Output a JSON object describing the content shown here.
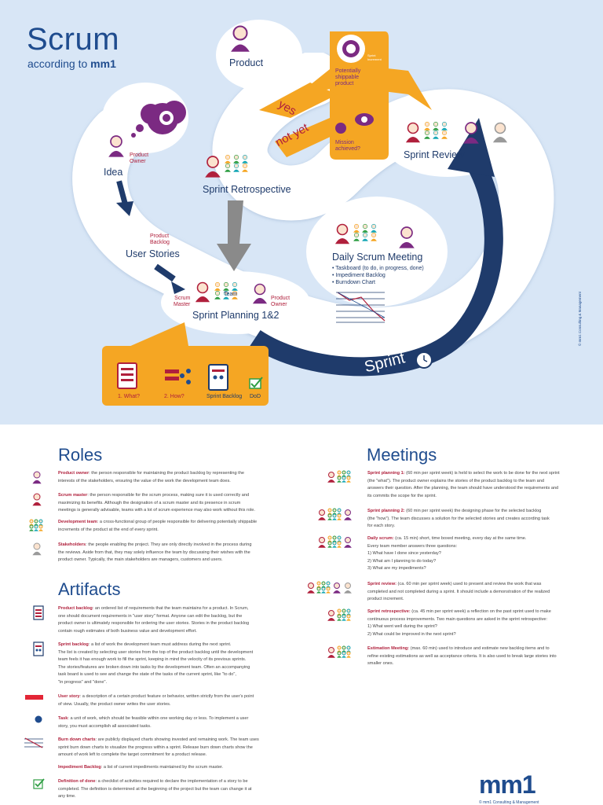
{
  "poster": {
    "title": "Scrum",
    "subtitle_pre": "according to",
    "subtitle_brand": "mm1",
    "nodes": {
      "product": "Product",
      "idea": "Idea",
      "user_stories": "User Stories",
      "sprint_retrospective": "Sprint Retrospective",
      "sprint_planning": "Sprint Planning 1&2",
      "daily_scrum": "Daily Scrum Meeting",
      "sprint_review": "Sprint Review",
      "sprint": "Sprint"
    },
    "small_labels": {
      "product_owner_idea": [
        "Product",
        "Owner"
      ],
      "product_backlog": [
        "Product",
        "Backlog"
      ],
      "scrum_master": [
        "Scrum",
        "Master"
      ],
      "team": "Team",
      "product_owner_planning": [
        "Product",
        "Owner"
      ],
      "potentially_shippable": [
        "Potentially",
        "shippable",
        "product"
      ],
      "sprint_increment": [
        "Sprint",
        "Increment"
      ],
      "mission_achieved": [
        "Mission",
        "achieved?"
      ],
      "yes": "yes",
      "not_yet": "not yet"
    },
    "daily_bullets": [
      "Taskboard (to do, in progress, done)",
      "Impediment Backlog",
      "Burndown Chart"
    ],
    "planning_box": {
      "what": "1. What?",
      "how": "2. How?",
      "sprint_backlog": "Sprint Backlog",
      "dod": "DoD"
    },
    "vertical_credit": "© mm1 Consulting & Management"
  },
  "roles": {
    "heading": "Roles",
    "items": [
      {
        "term": "Product owner",
        "lines": [
          ": the person responsible for maintaining the product backlog by representing the",
          "interests of the stakeholders, ensuring the value of the work the development team does."
        ]
      },
      {
        "term": "Scrum master",
        "lines": [
          ": the person responsible for the scrum process, making sure it is used correctly and",
          "maximizing its benefits. Although the designation of a scrum master and its presence in scrum",
          "meetings is generally advisable, teams with a lot of scrum experience may also work without this role."
        ]
      },
      {
        "term": "Development team",
        "lines": [
          ": a cross-functional group of people responsible for delivering potentially shippable",
          "increments of the product at the end of every sprint."
        ]
      },
      {
        "term": "Stakeholders",
        "lines": [
          ": the people enabling the project. They are only directly involved in the process during",
          "the reviews. Aside from that, they may solely influence the team by discussing their wishes with the",
          "product owner. Typically, the main stakeholders are managers, customers and users."
        ]
      }
    ]
  },
  "artifacts": {
    "heading": "Artifacts",
    "items": [
      {
        "term": "Product backlog",
        "lines": [
          ": an ordered list of requirements that the team maintains for a product. In Scrum,",
          "one should document requirements in \"user story\" format. Anyone can edit the backlog, but the",
          "product owner is ultimately responsible for ordering the user stories. Stories in the product backlog",
          "contain rough estimates of both business value and development effort."
        ]
      },
      {
        "term": "Sprint backlog",
        "lines": [
          ": a list of work the development team must address during the next sprint.",
          "The list is created by selecting user stories from the top of the product backlog until the development",
          "team feels it has enough work to fill the sprint, keeping in mind the velocity of its previous sprints.",
          "The stories/features are broken down into tasks by the development team. Often an accompanying",
          "task board is used to see and change the state of the tasks of the current sprint, like \"to do\",",
          "\"in progress\" and \"done\"."
        ]
      },
      {
        "term": "User story",
        "lines": [
          ": a description of a certain product feature or behavior, written strictly from the user's point",
          "of view. Usually, the product owner writes the user stories."
        ]
      },
      {
        "term": "Task",
        "lines": [
          ": a unit of work, which should be feasible within one working day or less. To implement a user",
          "story, you must accomplish all associated tasks."
        ]
      },
      {
        "term": "Burn down charts",
        "lines": [
          ": are publicly displayed charts showing invested and remaining work. The team uses",
          "sprint burn down charts to visualize the progress within a sprint. Release burn down charts show the",
          "amount of work left to complete the target commitment for a product release."
        ]
      },
      {
        "term": "Impediment Backlog",
        "lines": [
          ": a list of current impediments maintained by the scrum master."
        ]
      },
      {
        "term": "Definition of done",
        "lines": [
          ": a checklist of activities required to declare the implementation of a story to be",
          "completed. The definition is determined at the beginning of the project but the team can change it at",
          "any time."
        ]
      }
    ]
  },
  "meetings": {
    "heading": "Meetings",
    "items": [
      {
        "term": "Sprint planning 1:",
        "lines": [
          " (60 min per sprint week) is held to select the work to be done for the next sprint",
          "(the \"what\"). The product owner explains the stories of the product backlog to the team and",
          "answers their question. After the planning, the team should have understood the requirements and",
          "its commits the scope for the sprint."
        ]
      },
      {
        "term": "Sprint planning 2:",
        "lines": [
          " (60 min per sprint week) the designing phase for the selected backlog",
          "(the \"how\"). The team discusses a solution for the selected stories and creates according task",
          "for each story."
        ]
      },
      {
        "term": "Daily scrum:",
        "lines": [
          " (ca. 15 min) short, time boxed meeting, every day at the same time.",
          "Every team member answers three questions:",
          "1) What have I done since yesterday?",
          "2) What am I planning to do today?",
          "3) What are my impediments?"
        ]
      },
      {
        "term": "Sprint review:",
        "lines": [
          " (ca. 60 min per sprint week) used to present and review the work that was",
          "completed and not completed during a sprint. It should include a demonstration of the realized",
          "product increment."
        ]
      },
      {
        "term": "Sprint retrospective:",
        "lines": [
          " (ca. 45 min per sprint week) a reflection on the past sprint used to make",
          "continuous process improvements. Two main questions are asked in the sprint retrospective:",
          "1) What went well during the sprint?",
          "2) What could be improved in the next sprint?"
        ]
      },
      {
        "term": "Estimation Meeting:",
        "lines": [
          " (max. 60 min) used to introduce and estimate new backlog items and to",
          "refine existing estimations as well as acceptance criteria. It is also used to break large stories into",
          "smaller ones."
        ]
      }
    ]
  },
  "footer": {
    "brand": "mm1",
    "credit": "© mm1 Consulting & Management"
  },
  "colors": {
    "navy": "#1f3b6b",
    "brand_blue": "#1f4c8e",
    "red": "#b0203c",
    "purple": "#7b2a82",
    "orange": "#f5a623",
    "green": "#2f9e44",
    "teal": "#16a7b5",
    "background": "#d8e6f6"
  }
}
